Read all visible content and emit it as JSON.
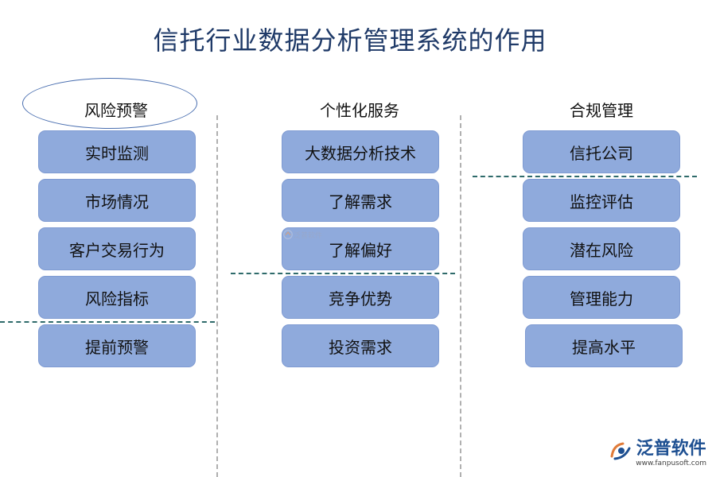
{
  "title": "信托行业数据分析管理系统的作用",
  "columns": [
    {
      "header": "风险预警",
      "items": [
        "实时监测",
        "市场情况",
        "客户交易行为",
        "风险指标",
        "提前预警"
      ]
    },
    {
      "header": "个性化服务",
      "items": [
        "大数据分析技术",
        "了解需求",
        "了解偏好",
        "竞争优势",
        "投资需求"
      ]
    },
    {
      "header": "合规管理",
      "items": [
        "信托公司",
        "监控评估",
        "潜在风险",
        "管理能力",
        "提高水平"
      ]
    }
  ],
  "logo": {
    "name": "泛普软件",
    "url": "www.fanpusoft.com"
  },
  "watermark": "泛普软件",
  "colors": {
    "card": "#8faadc",
    "title": "#1f3a68",
    "divider": "#2f6b6b"
  }
}
